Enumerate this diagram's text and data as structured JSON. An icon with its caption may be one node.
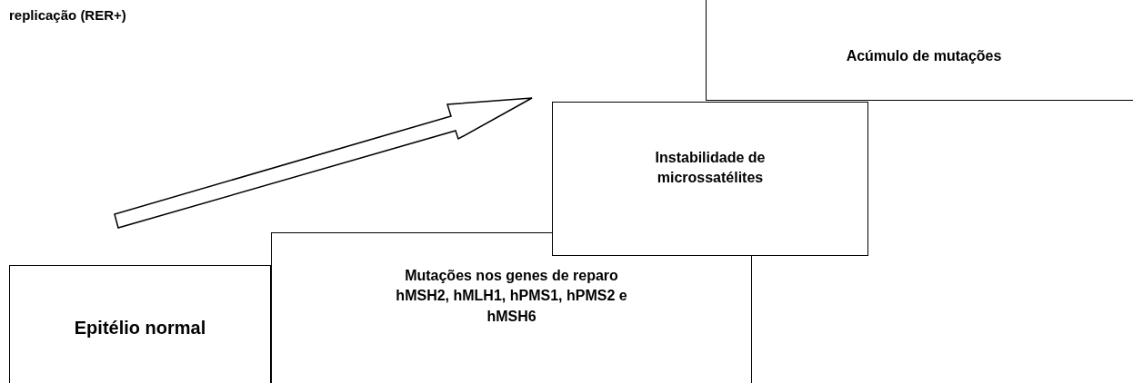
{
  "diagram": {
    "nodes": [
      {
        "text": [
          "Epitélio normal"
        ]
      },
      {
        "text": [
          "Mutações nos genes de reparo hMSH2, hMLH1, hPMS1, hPMS2 e hMSH6"
        ]
      },
      {
        "text": [
          "Instabilidade de microssatélites"
        ]
      },
      {
        "text": [
          "Acúmulo de mutações"
        ]
      }
    ],
    "labels": [
      "replicação (RER+)"
    ]
  }
}
